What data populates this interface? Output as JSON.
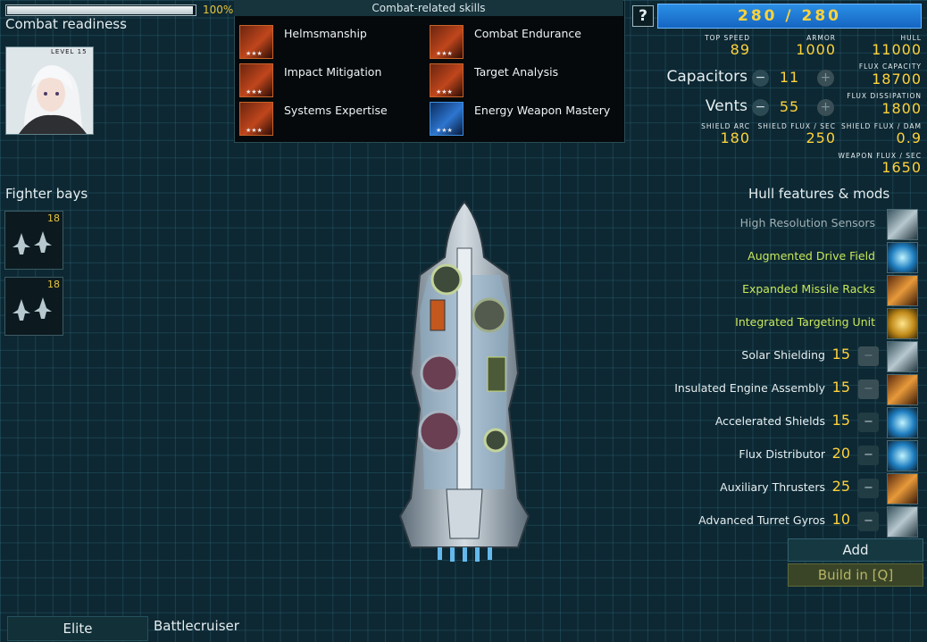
{
  "combat_readiness": {
    "label": "Combat readiness",
    "percent_text": "100%",
    "fraction": 1.0
  },
  "portrait": {
    "level_text": "LEVEL 15"
  },
  "skills": {
    "ghost_header": "Fighter bays",
    "header": "Combat-related skills",
    "items": [
      {
        "label": "Helmsmanship",
        "icon": "helm-icon",
        "color": "orange"
      },
      {
        "label": "Combat Endurance",
        "icon": "endurance-icon",
        "color": "orange"
      },
      {
        "label": "Impact Mitigation",
        "icon": "impact-icon",
        "color": "orange"
      },
      {
        "label": "Target Analysis",
        "icon": "target-icon",
        "color": "orange"
      },
      {
        "label": "Systems Expertise",
        "icon": "systems-icon",
        "color": "orange"
      },
      {
        "label": "Energy Weapon Mastery",
        "icon": "energy-icon",
        "color": "blue"
      }
    ],
    "stars": "★★★"
  },
  "help_label": "?",
  "ordnance": {
    "text": "280 / 280"
  },
  "stats": {
    "top_speed": {
      "label": "TOP SPEED",
      "value": "89"
    },
    "armor": {
      "label": "ARMOR",
      "value": "1000"
    },
    "hull": {
      "label": "HULL",
      "value": "11000"
    },
    "flux_capacity": {
      "label": "FLUX CAPACITY",
      "value": "18700"
    },
    "flux_dissipation": {
      "label": "FLUX DISSIPATION",
      "value": "1800"
    },
    "shield_arc": {
      "label": "SHIELD ARC",
      "value": "180"
    },
    "shield_flux_sec": {
      "label": "SHIELD FLUX / SEC",
      "value": "250"
    },
    "shield_flux_dam": {
      "label": "SHIELD FLUX / DAM",
      "value": "0.9"
    },
    "weapon_flux_sec": {
      "label": "WEAPON FLUX / SEC",
      "value": "1650"
    }
  },
  "capacitors": {
    "label": "Capacitors",
    "value": "11",
    "minus": "−",
    "plus": "+"
  },
  "vents": {
    "label": "Vents",
    "value": "55",
    "minus": "−",
    "plus": "+"
  },
  "fighter_bays": {
    "label": "Fighter bays",
    "bays": [
      {
        "count": "18"
      },
      {
        "count": "18"
      }
    ]
  },
  "hull_mods": {
    "label": "Hull features & mods",
    "items": [
      {
        "name": "High Resolution Sensors",
        "cost": "",
        "color": "#9fb0b5",
        "icon": "sensor-dish-icon",
        "style": ""
      },
      {
        "name": "Augmented Drive Field",
        "cost": "",
        "color": "#c8e85a",
        "icon": "drive-field-icon",
        "style": "blue"
      },
      {
        "name": "Expanded Missile Racks",
        "cost": "",
        "color": "#c8e85a",
        "icon": "missile-racks-icon",
        "style": "orange"
      },
      {
        "name": "Integrated Targeting Unit",
        "cost": "",
        "color": "#c8e85a",
        "icon": "targeting-unit-icon",
        "style": "gold"
      },
      {
        "name": "Solar Shielding",
        "cost": "15",
        "color": "#e6eef0",
        "icon": "solar-shield-icon",
        "style": "",
        "minus_dim": true
      },
      {
        "name": "Insulated Engine Assembly",
        "cost": "15",
        "color": "#e6eef0",
        "icon": "engine-assembly-icon",
        "style": "orange",
        "minus_dim": true
      },
      {
        "name": "Accelerated Shields",
        "cost": "15",
        "color": "#e6eef0",
        "icon": "shields-icon",
        "style": "blue",
        "minus_dim": false
      },
      {
        "name": "Flux Distributor",
        "cost": "20",
        "color": "#e6eef0",
        "icon": "flux-distributor-icon",
        "style": "blue",
        "minus_dim": false
      },
      {
        "name": "Auxiliary Thrusters",
        "cost": "25",
        "color": "#e6eef0",
        "icon": "thrusters-icon",
        "style": "orange",
        "minus_dim": false
      },
      {
        "name": "Advanced Turret Gyros",
        "cost": "10",
        "color": "#e6eef0",
        "icon": "turret-gyros-icon",
        "style": "",
        "minus_dim": false
      }
    ],
    "minus_label": "−"
  },
  "add_button": "Add",
  "build_in_button": "Build in [Q]",
  "elite_label": "Elite",
  "ship_class": "Battlecruiser"
}
